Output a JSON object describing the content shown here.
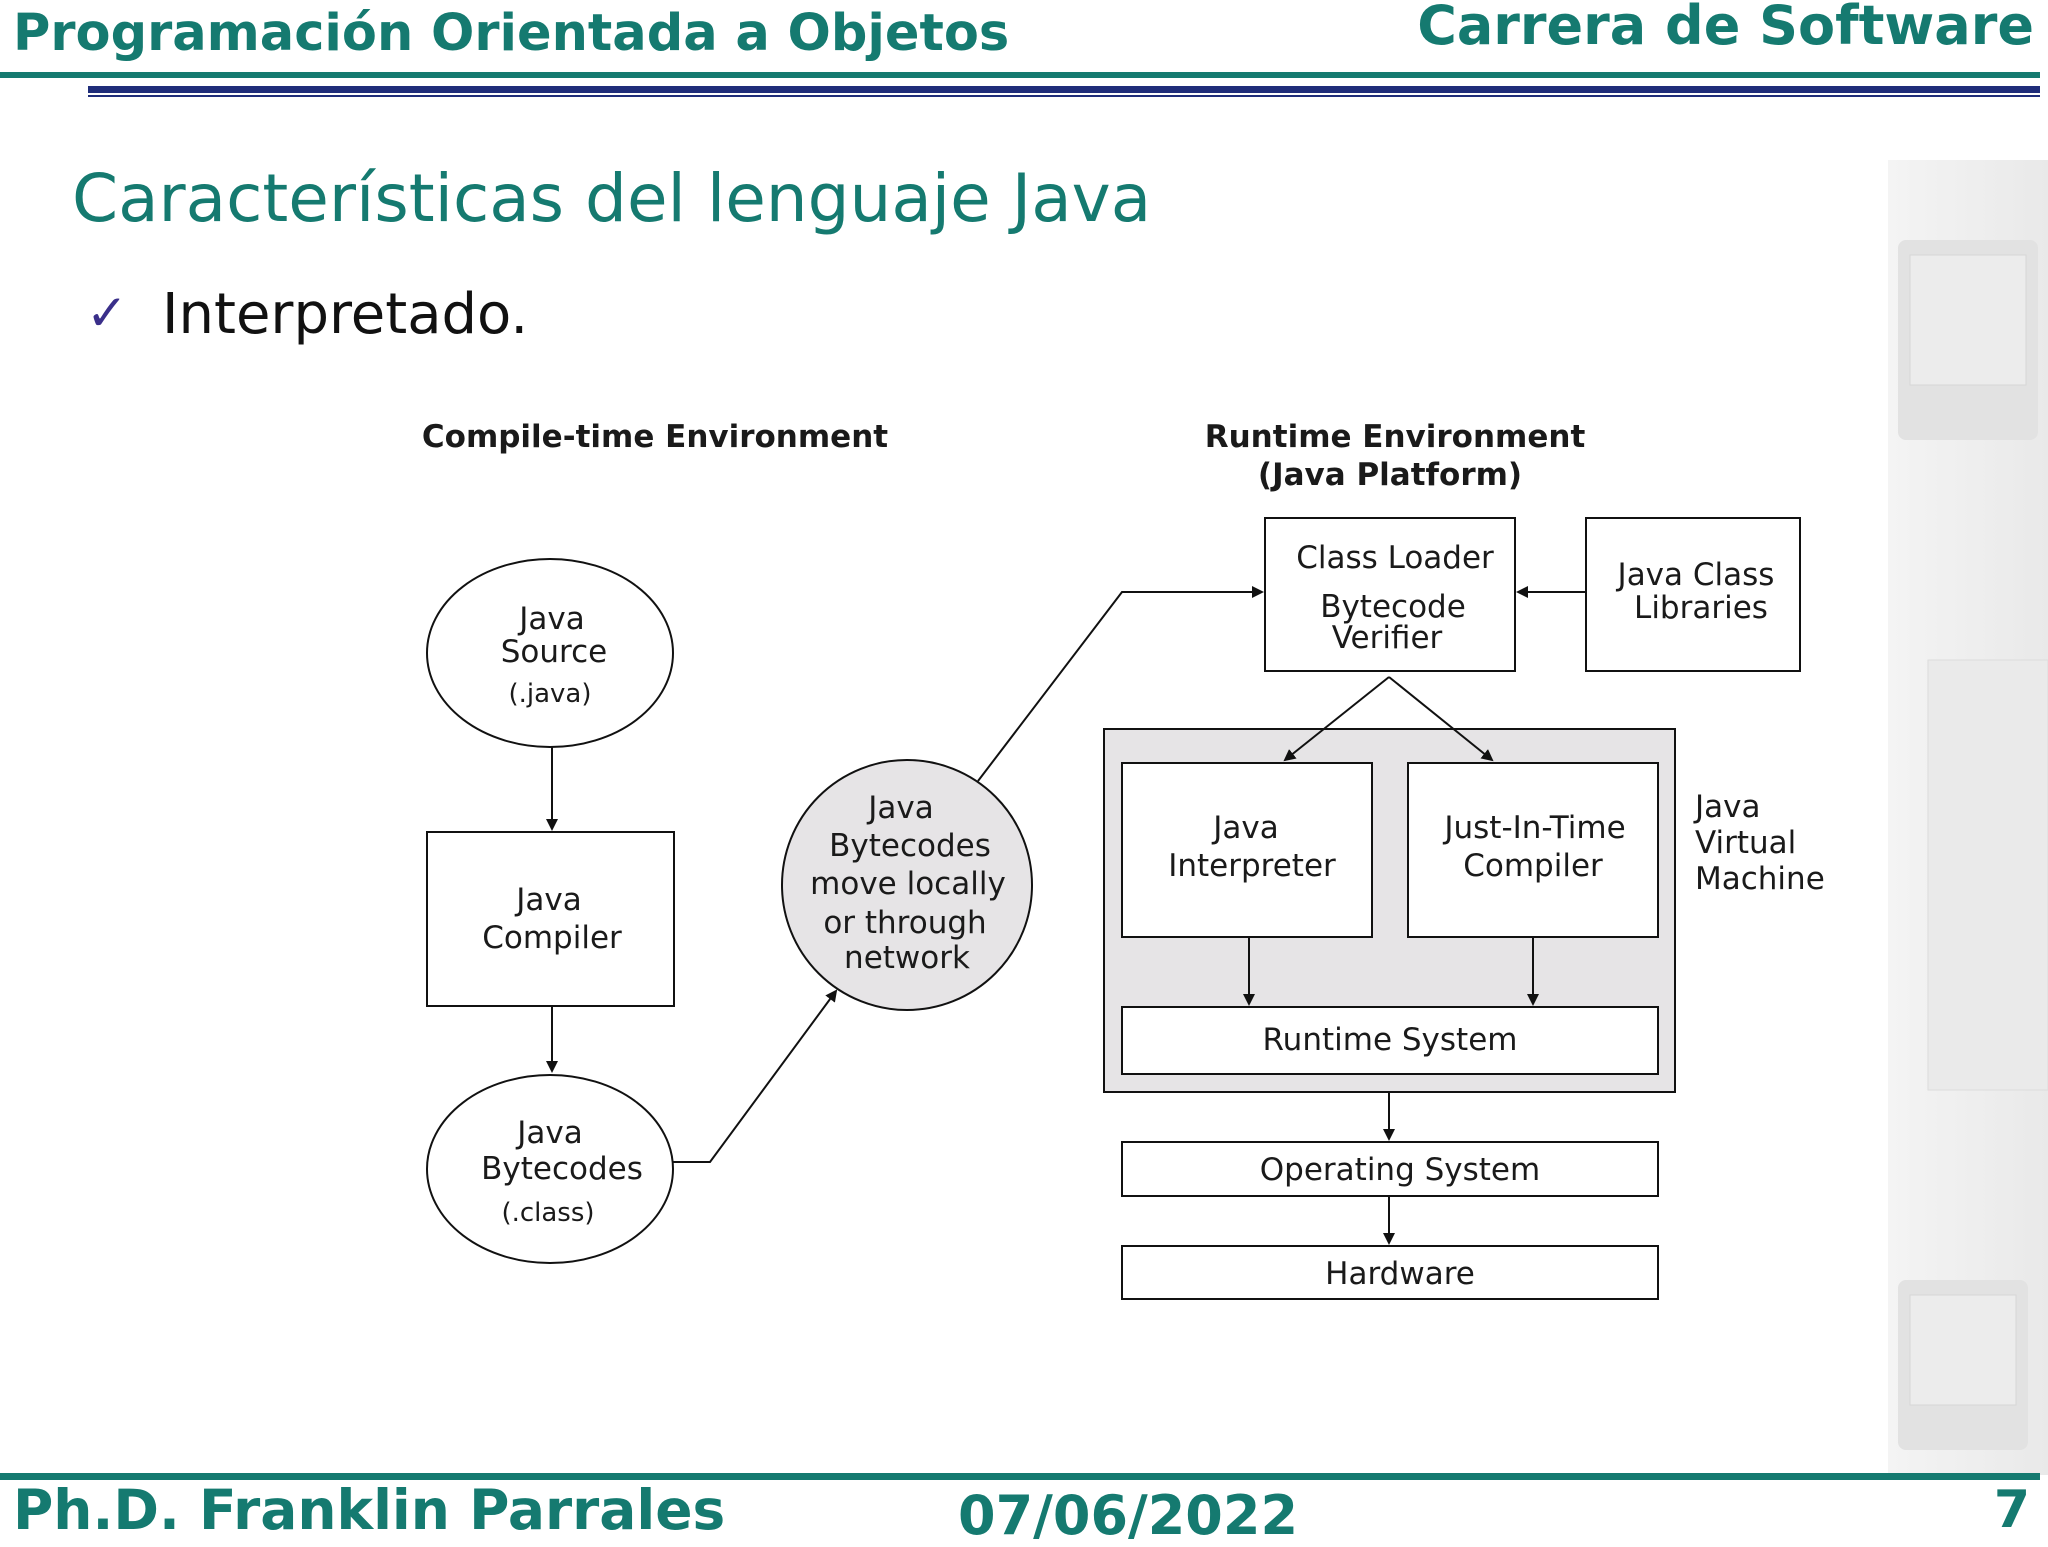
{
  "header": {
    "course": "Programación Orientada a Objetos",
    "career": "Carrera de Software"
  },
  "slide": {
    "title": "Características del lenguaje Java",
    "bullet": "Interpretado."
  },
  "diagram": {
    "compile_env": "Compile-time Environment",
    "runtime_env_1": "Runtime Environment",
    "runtime_env_2": "(Java Platform)",
    "java_source": [
      "Java",
      "Source",
      "(.java)"
    ],
    "java_compiler": [
      "Java",
      "Compiler"
    ],
    "java_bytecodes": [
      "Java",
      "Bytecodes",
      "(.class)"
    ],
    "bytecodes_move": [
      "Java",
      "Bytecodes",
      "move locally",
      "or through",
      "network"
    ],
    "class_loader": [
      "Class Loader",
      "Bytecode",
      "Verifier"
    ],
    "class_libraries": [
      "Java Class",
      "Libraries"
    ],
    "interpreter": [
      "Java",
      "Interpreter"
    ],
    "jit": [
      "Just-In-Time",
      "Compiler"
    ],
    "jvm": [
      "Java",
      "Virtual",
      "Machine"
    ],
    "runtime_system": "Runtime System",
    "operating_system": "Operating System",
    "hardware": "Hardware"
  },
  "footer": {
    "author": "Ph.D. Franklin Parrales",
    "date": "07/06/2022",
    "page": "7"
  }
}
